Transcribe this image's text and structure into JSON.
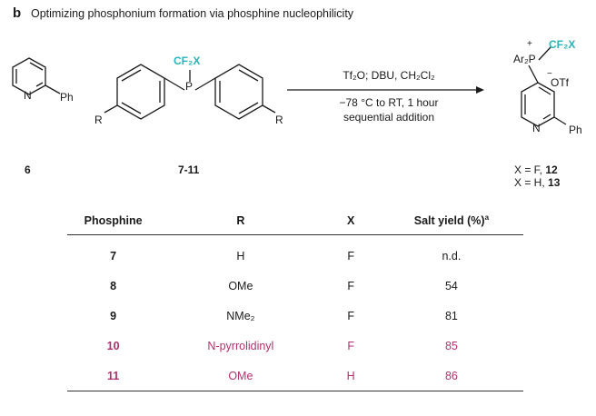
{
  "panel": {
    "letter": "b",
    "title": "Optimizing phosphonium formation via phosphine nucleophilicity"
  },
  "scheme": {
    "pyridine": {
      "n_label": "N",
      "ph_label": "Ph",
      "compound_number": "6"
    },
    "phosphine": {
      "cf2x_label": "CF₂X",
      "p_label": "P",
      "r_left": "R",
      "r_right": "R",
      "compound_number": "7-11"
    },
    "conditions": {
      "line1": "Tf₂O; DBU, CH₂Cl₂",
      "line2": "−78 °C to RT, 1 hour",
      "line3": "sequential addition"
    },
    "product": {
      "ar2p_label": "Ar₂P",
      "plus": "+",
      "cf2x_label": "CF₂X",
      "minus": "−",
      "otf_label": "OTf",
      "n_label": "N",
      "ph_label": "Ph",
      "x_f_prefix": "X = F, ",
      "x_f_number": "12",
      "x_h_prefix": "X = H, ",
      "x_h_number": "13"
    },
    "colors": {
      "cf2x": "#2ab3b8",
      "highlight": "#b0306e"
    }
  },
  "table": {
    "headers": [
      "Phosphine",
      "R",
      "X",
      "Salt yield (%)",
      "a"
    ],
    "rows": [
      {
        "phosphine": "7",
        "r": "H",
        "x": "F",
        "yield": "n.d.",
        "highlight": false
      },
      {
        "phosphine": "8",
        "r": "OMe",
        "x": "F",
        "yield": "54",
        "highlight": false
      },
      {
        "phosphine": "9",
        "r": "NMe₂",
        "x": "F",
        "yield": "81",
        "highlight": false
      },
      {
        "phosphine": "10",
        "r": "N-pyrrolidinyl",
        "x": "F",
        "yield": "85",
        "highlight": true
      },
      {
        "phosphine": "11",
        "r": "OMe",
        "x": "H",
        "yield": "86",
        "highlight": true
      }
    ]
  }
}
